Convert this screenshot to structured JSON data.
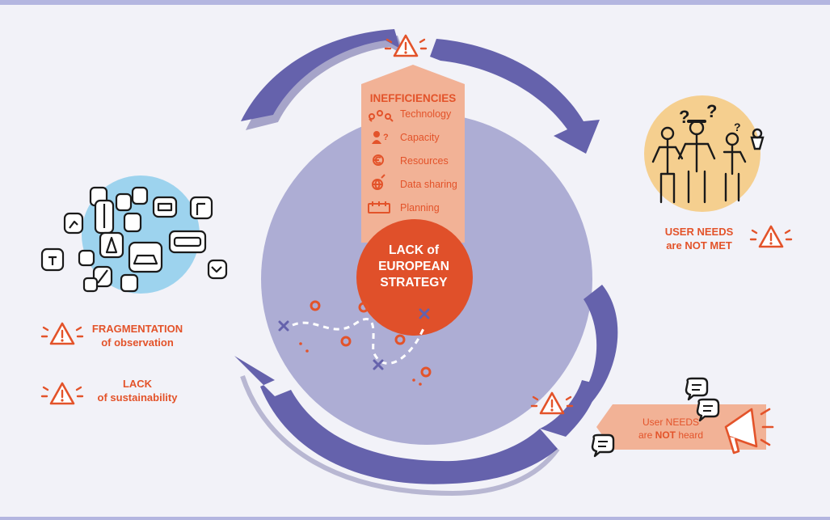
{
  "inefficiencies": {
    "title": "INEFFICIENCIES",
    "items": [
      {
        "label": "Technology",
        "icon": "technology-icon"
      },
      {
        "label": "Capacity",
        "icon": "capacity-icon"
      },
      {
        "label": "Resources",
        "icon": "euro-icon"
      },
      {
        "label": "Data sharing",
        "icon": "globe-icon"
      },
      {
        "label": "Planning",
        "icon": "calendar-icon"
      }
    ]
  },
  "center": {
    "line1": "LACK of",
    "line2": "EUROPEAN",
    "line3": "STRATEGY"
  },
  "user_needs_not_met": {
    "line1": "USER NEEDS",
    "line2": "are NOT MET"
  },
  "fragmentation": {
    "line1": "FRAGMENTATION",
    "line2": "of observation"
  },
  "sustainability": {
    "line1": "LACK",
    "line2": "of sustainability"
  },
  "not_heard": {
    "line1": "User NEEDS",
    "line2_pre": "are ",
    "line2_bold": "NOT",
    "line2_post": " heard"
  },
  "colors": {
    "arrow": "#6562ac",
    "circle": "#adadd4",
    "banner": "#f2b296",
    "accent": "#e3532a",
    "users_bg": "#f5cf8f",
    "observation_bg": "#9dd3ee"
  }
}
